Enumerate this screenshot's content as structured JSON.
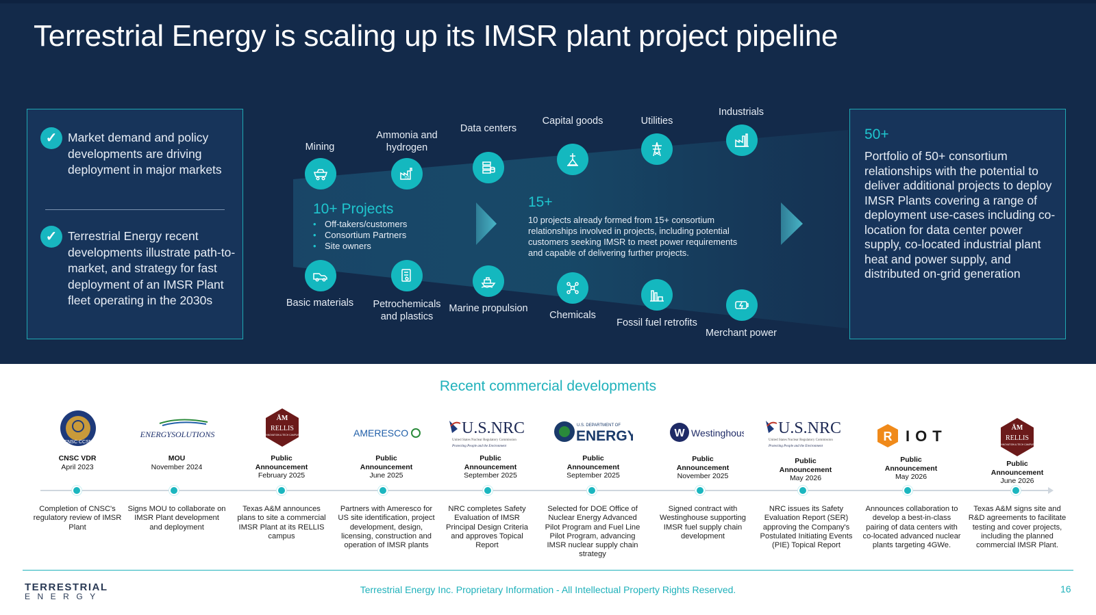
{
  "title": "Terrestrial Energy is scaling up its IMSR plant project pipeline",
  "left_box": {
    "bullets": [
      "Market demand and policy developments are driving deployment in major markets",
      "Terrestrial Energy recent developments illustrate path-to-market, and strategy for fast deployment of an IMSR Plant fleet operating in the 2030s"
    ]
  },
  "right_box": {
    "big": "50+",
    "text": "Portfolio of 50+ consortium relationships with the potential to deliver additional projects to deploy IMSR Plants covering a range of deployment use-cases including co-location for data center power supply, co-located industrial plant heat and power supply, and distributed on-grid generation"
  },
  "projects": {
    "title": "10+ Projects",
    "items": [
      "Off-takers/customers",
      "Consortium Partners",
      "Site owners"
    ]
  },
  "middle": {
    "big": "15+",
    "text": "10 projects already formed from 15+ consortium relationships involved in projects, including potential customers seeking IMSR to meet power requirements and capable of delivering further projects."
  },
  "categories_top": [
    {
      "label": "Mining",
      "icon": "mining-cart-icon"
    },
    {
      "label": "Ammonia and hydrogen",
      "icon": "hydrogen-plant-icon"
    },
    {
      "label": "Data centers",
      "icon": "data-center-icon"
    },
    {
      "label": "Capital goods",
      "icon": "capital-goods-icon"
    },
    {
      "label": "Utilities",
      "icon": "power-tower-icon"
    },
    {
      "label": "Industrials",
      "icon": "factory-icon"
    }
  ],
  "categories_bottom": [
    {
      "label": "Basic materials",
      "icon": "truck-icon"
    },
    {
      "label": "Petrochemicals and plastics",
      "icon": "petrochemicals-icon"
    },
    {
      "label": "Marine propulsion",
      "icon": "ship-icon"
    },
    {
      "label": "Chemicals",
      "icon": "molecule-icon"
    },
    {
      "label": "Fossil fuel retrofits",
      "icon": "refinery-icon"
    },
    {
      "label": "Merchant power",
      "icon": "battery-icon"
    }
  ],
  "lower_title": "Recent commercial developments",
  "logos": {
    "cnsc": "CNSC CCSN",
    "energysolutions": "ENERGYSOLUTIONS",
    "rellis": "RELLIS",
    "rellis_sub": "INNOVATION & TECH CAMPUS",
    "tamu": "ĀM",
    "ameresco": "AMERESCO",
    "nrc": "U.S.NRC",
    "nrc_sub": "United States Nuclear Regulatory Commission",
    "nrc_motto": "Protecting People and the Environment",
    "doe_top": "U.S. DEPARTMENT OF",
    "doe": "ENERGY",
    "westinghouse": "Westinghouse",
    "riot": "IOT"
  },
  "events": [
    {
      "head_bold": "CNSC VDR",
      "head": "",
      "date": "April 2023",
      "desc": "Completion of CNSC's regulatory review of IMSR Plant"
    },
    {
      "head_bold": "MOU",
      "head": "",
      "date": "November 2024",
      "desc": "Signs MOU to collaborate on IMSR Plant development and deployment"
    },
    {
      "head_bold": "Public",
      "head": "Announcement",
      "date": "February 2025",
      "desc": "Texas A&M announces plans to site a commercial IMSR Plant at its RELLIS campus"
    },
    {
      "head_bold": "Public",
      "head": "Announcement",
      "date": "June 2025",
      "desc": "Partners with Ameresco for US site identification, project development, design, licensing, construction and operation of IMSR plants"
    },
    {
      "head_bold": "Public",
      "head": "Announcement",
      "date": "September 2025",
      "desc": "NRC completes Safety Evaluation of IMSR Principal Design Criteria and approves Topical Report"
    },
    {
      "head_bold": "Public",
      "head": "Announcement",
      "date": "September 2025",
      "desc": "Selected for DOE Office of Nuclear Energy Advanced Pilot Program and Fuel Line Pilot Program, advancing IMSR nuclear supply chain strategy"
    },
    {
      "head_bold": "Public",
      "head": "Announcement",
      "date": "November 2025",
      "desc": "Signed contract with Westinghouse supporting IMSR fuel supply chain development"
    },
    {
      "head_bold": "Public",
      "head": "Announcement",
      "date": "May 2026",
      "desc": "NRC issues its Safety Evaluation Report (SER) approving the Company's Postulated Initiating Events (PIE) Topical Report"
    },
    {
      "head_bold": "Public",
      "head": "Announcement",
      "date": "May 2026",
      "desc": "Announces collaboration to develop a best-in-class pairing of data centers with co-located advanced nuclear plants targeting 4GWe."
    },
    {
      "head_bold": "Public",
      "head": "Announcement",
      "date": "June 2026",
      "desc": "Texas A&M signs site and R&D agreements to facilitate testing and cover projects, including the planned commercial IMSR Plant."
    }
  ],
  "footer": {
    "brand_top": "TERRESTRIAL",
    "brand_bottom": "ENERGY",
    "text": "Terrestrial Energy Inc. Proprietary Information - All Intellectual Property Rights Reserved.",
    "page": "16"
  },
  "colors": {
    "navy": "#132a4a",
    "teal": "#1fb1bb",
    "accent": "#1fc6cf"
  }
}
